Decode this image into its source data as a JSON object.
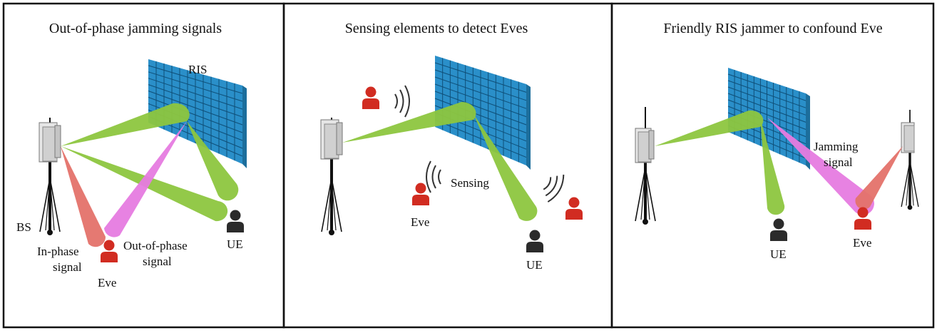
{
  "colors": {
    "ris_face": "#2a8fc9",
    "ris_side": "#1c6e9c",
    "ris_grid": "#0f4f78",
    "beam_green": "#8dc63f",
    "beam_pink": "#e67be0",
    "beam_red": "#e4726a",
    "user_red": "#d12c21",
    "user_dark": "#2b2b2b",
    "tower": "#111111"
  },
  "panels": [
    {
      "title": "Out-of-phase jamming signals",
      "labels": {
        "ris": "RIS",
        "bs": "BS",
        "ue": "UE",
        "eve": "Eve",
        "in_phase_1": "In-phase",
        "in_phase_2": "signal",
        "out_phase_1": "Out-of-phase",
        "out_phase_2": "signal"
      },
      "icons": [
        "ris-panel",
        "base-station-tower",
        "user-icon",
        "eavesdropper-icon"
      ]
    },
    {
      "title": "Sensing elements to detect Eves",
      "labels": {
        "sensing": "Sensing",
        "eve": "Eve",
        "ue": "UE"
      },
      "icons": [
        "ris-panel",
        "base-station-tower",
        "sensing-wave-icon",
        "user-icon",
        "eavesdropper-icon"
      ]
    },
    {
      "title": "Friendly RIS jammer to confound Eve",
      "labels": {
        "jamming_1": "Jamming",
        "jamming_2": "signal",
        "ue": "UE",
        "eve": "Eve"
      },
      "icons": [
        "ris-panel",
        "base-station-tower",
        "jammer-tower",
        "user-icon",
        "eavesdropper-icon"
      ]
    }
  ]
}
